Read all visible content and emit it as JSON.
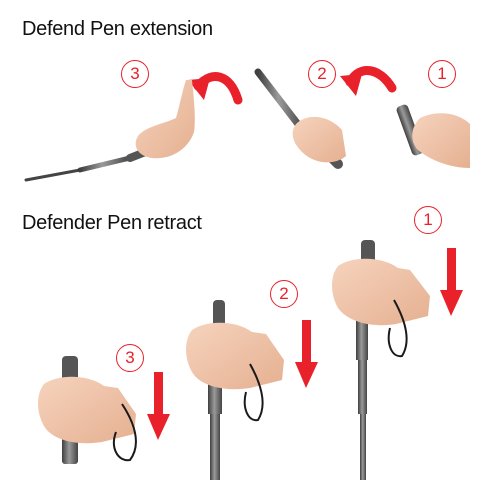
{
  "headings": {
    "extension": "Defend Pen extension",
    "retract": "Defender Pen retract"
  },
  "extension_steps": [
    "3",
    "2",
    "1"
  ],
  "retract_steps": [
    "1",
    "2",
    "3"
  ],
  "colors": {
    "accent_red": "#e8212a",
    "metal": "#6e6e6e",
    "skin": "#f1c5a9",
    "text": "#111111"
  },
  "icons": {
    "arrow": "curved-arrow-icon",
    "down_arrow": "down-arrow-icon",
    "hand": "hand-holding-pen-icon"
  }
}
